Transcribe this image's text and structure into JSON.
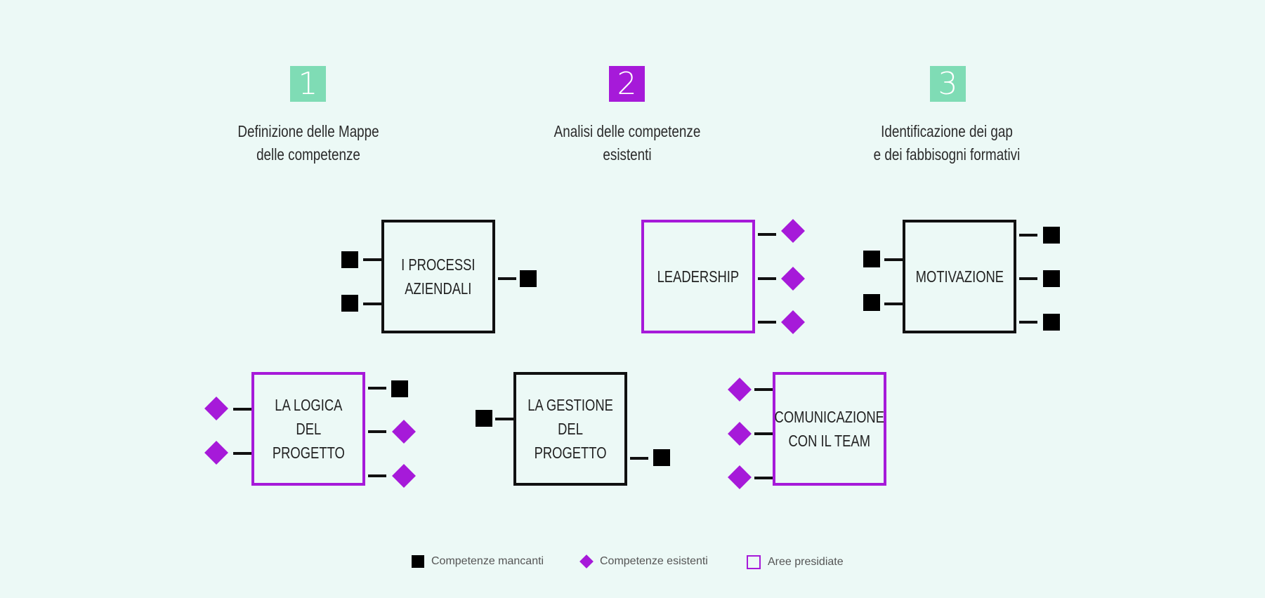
{
  "colors": {
    "background": "#ecf9f6",
    "green": "#7fdcb5",
    "purple": "#a61ad9",
    "black": "#111111"
  },
  "steps": [
    {
      "number": "1",
      "color": "#7fdcb5",
      "line1": "Definizione delle Mappe",
      "line2": "delle competenze"
    },
    {
      "number": "2",
      "color": "#a61ad9",
      "line1": "Analisi delle competenze",
      "line2": "esistenti"
    },
    {
      "number": "3",
      "color": "#7fdcb5",
      "line1": "Identificazione dei gap",
      "line2": "e dei fabbisogni formativi"
    }
  ],
  "areas": [
    {
      "id": "processi",
      "lines": [
        "I PROCESSI",
        "AZIENDALI"
      ],
      "presidiata": false,
      "left_markers": [
        "mancante",
        "mancante"
      ],
      "right_markers": [
        "mancante"
      ]
    },
    {
      "id": "leadership",
      "lines": [
        "LEADERSHIP"
      ],
      "presidiata": true,
      "left_markers": [],
      "right_markers": [
        "esistente",
        "esistente",
        "esistente"
      ]
    },
    {
      "id": "motivazione",
      "lines": [
        "MOTIVAZIONE"
      ],
      "presidiata": false,
      "left_markers": [
        "mancante",
        "mancante"
      ],
      "right_markers": [
        "mancante",
        "mancante",
        "mancante"
      ]
    },
    {
      "id": "logica",
      "lines": [
        "LA LOGICA",
        "DEL",
        "PROGETTO"
      ],
      "presidiata": true,
      "left_markers": [
        "esistente",
        "esistente"
      ],
      "right_markers": [
        "mancante",
        "esistente",
        "esistente"
      ]
    },
    {
      "id": "gestione",
      "lines": [
        "LA GESTIONE",
        "DEL",
        "PROGETTO"
      ],
      "presidiata": false,
      "left_markers": [
        "mancante"
      ],
      "right_markers": [
        "mancante"
      ]
    },
    {
      "id": "comunicazione",
      "lines": [
        "COMUNICAZIONE",
        "CON IL TEAM"
      ],
      "presidiata": true,
      "left_markers": [
        "esistente",
        "esistente",
        "esistente"
      ],
      "right_markers": []
    }
  ],
  "legend": {
    "mancanti": "Competenze mancanti",
    "esistenti": "Competenze esistenti",
    "presidiate": "Aree presidiate"
  }
}
